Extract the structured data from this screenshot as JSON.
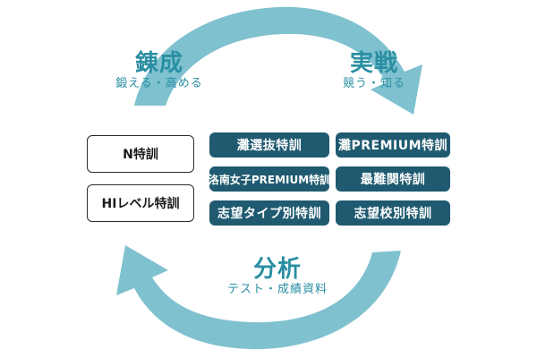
{
  "colors": {
    "arrow": "#7fc1cf",
    "label": "#2a8fa3",
    "box_fill": "#1f5a70",
    "box_outline": "#2b2b2b"
  },
  "stages": {
    "renseii": {
      "main": "錬成",
      "sub": "鍛える・高める"
    },
    "jissen": {
      "main": "実戦",
      "sub": "競う・知る"
    },
    "bunseki": {
      "main": "分析",
      "sub": "テスト・成績資料"
    }
  },
  "left_boxes": [
    "N特訓",
    "HIレベル特訓"
  ],
  "right_boxes": [
    "灘選抜特訓",
    "灘PREMIUM特訓",
    "洛南女子PREMIUM特訓",
    "最難関特訓",
    "志望タイプ別特訓",
    "志望校別特訓"
  ]
}
